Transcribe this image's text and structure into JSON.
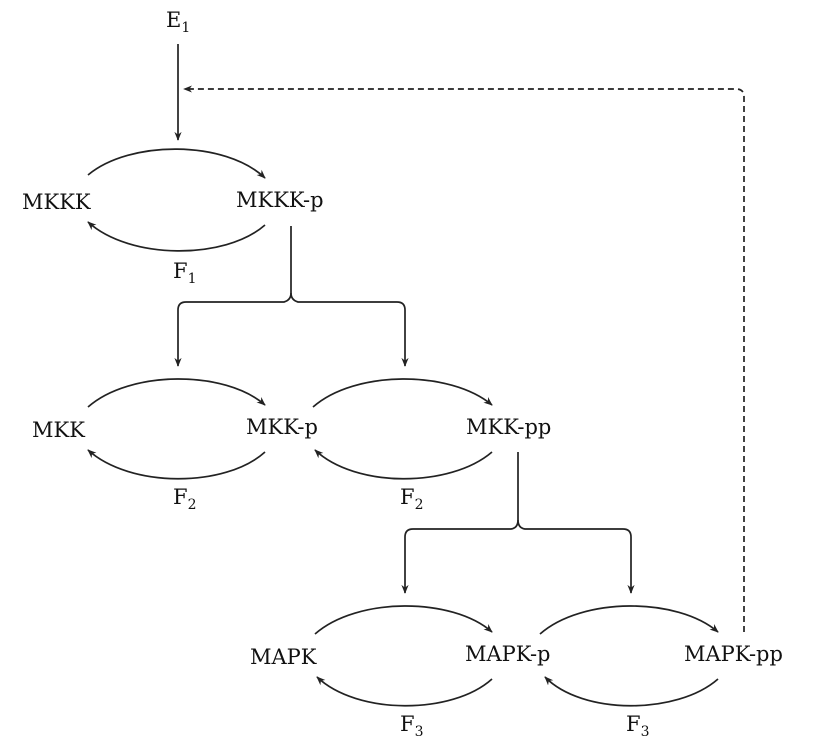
{
  "nodes": {
    "e1": {
      "main": "E",
      "sub": "1"
    },
    "mkkk": "MKKK",
    "mkkk_p": "MKKK-p",
    "f1": {
      "main": "F",
      "sub": "1"
    },
    "mkk": "MKK",
    "mkk_p": "MKK-p",
    "mkk_pp": "MKK-pp",
    "f2a": {
      "main": "F",
      "sub": "2"
    },
    "f2b": {
      "main": "F",
      "sub": "2"
    },
    "mapk": "MAPK",
    "mapk_p": "MAPK-p",
    "mapk_pp": "MAPK-pp",
    "f3a": {
      "main": "F",
      "sub": "3"
    },
    "f3b": {
      "main": "F",
      "sub": "3"
    }
  }
}
